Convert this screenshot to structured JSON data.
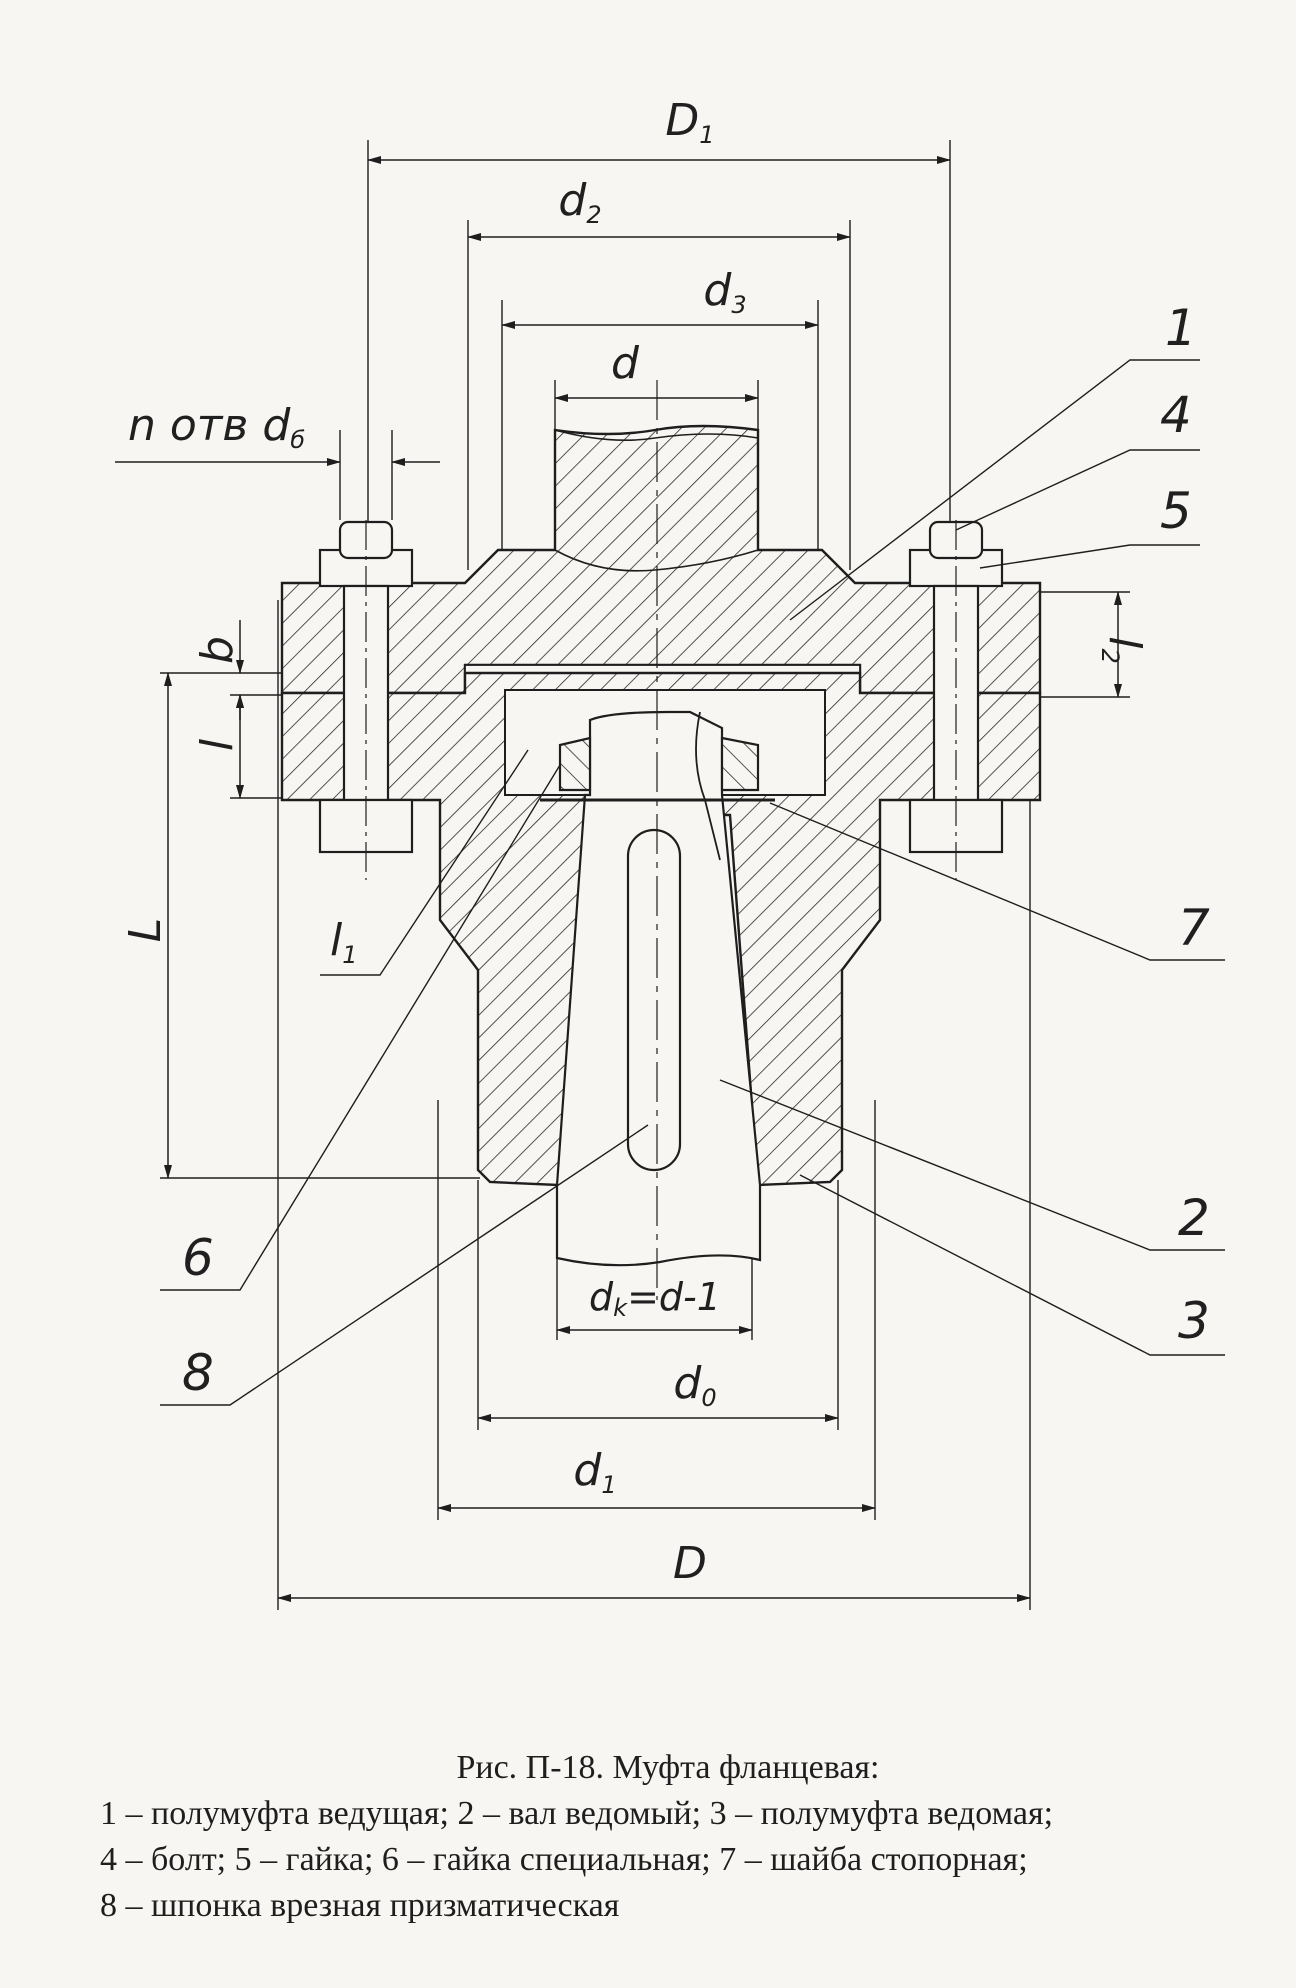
{
  "dimensions": {
    "D1": "D",
    "D1_sub": "1",
    "d2": "d",
    "d2_sub": "2",
    "d3": "d",
    "d3_sub": "3",
    "d": "d",
    "n_holes": "n отв d",
    "n_holes_sub": "б",
    "b": "b",
    "l": "l",
    "l2": "l",
    "l2_sub": "2",
    "L": "L",
    "l1": "l",
    "l1_sub": "1",
    "dk": "d",
    "dk_sub": "k",
    "dk_rest": "=d-1",
    "d0": "d",
    "d0_sub": "0",
    "d1": "d",
    "d1_sub": "1",
    "D": "D"
  },
  "parts": [
    "1",
    "2",
    "3",
    "4",
    "5",
    "6",
    "7",
    "8"
  ],
  "caption": {
    "title": "Рис. П-18.  Муфта фланцевая:",
    "lines": [
      "1 – полумуфта ведущая;  2 – вал ведомый;  3 – полумуфта ведомая;",
      "4 – болт;  5 – гайка;  6 – гайка специальная;  7 – шайба стопорная;",
      "8 – шпонка врезная призматическая"
    ]
  },
  "colors": {
    "ink": "#1e1e1e",
    "paper": "#f7f6f2"
  }
}
